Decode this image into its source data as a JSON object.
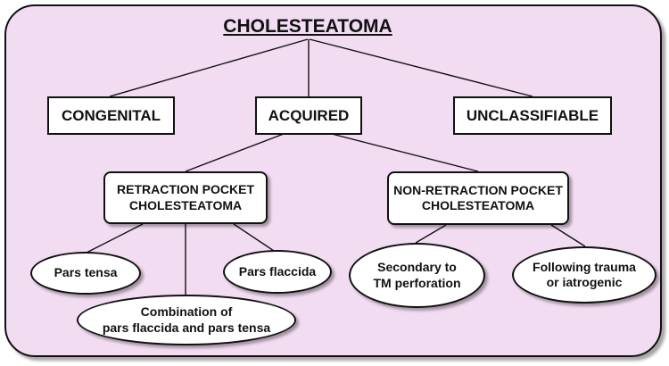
{
  "title": "CHOLESTEATOMA",
  "level1": {
    "congenital": "CONGENITAL",
    "acquired": "ACQUIRED",
    "unclassifiable": "UNCLASSIFIABLE"
  },
  "level2": {
    "retraction": [
      "RETRACTION POCKET",
      "CHOLESTEATOMA"
    ],
    "non_retraction": [
      "NON-RETRACTION POCKET",
      "CHOLESTEATOMA"
    ]
  },
  "retraction_types": {
    "pars_tensa": "Pars tensa",
    "pars_flaccida": "Pars flaccida",
    "combination": [
      "Combination of",
      "pars flaccida and pars tensa"
    ]
  },
  "non_retraction_types": {
    "secondary": [
      "Secondary to",
      "TM perforation"
    ],
    "trauma": [
      "Following trauma",
      "or iatrogenic"
    ]
  },
  "colors": {
    "background": "#f2dcf2",
    "node_fill": "#ffffff",
    "line": "#111111"
  }
}
